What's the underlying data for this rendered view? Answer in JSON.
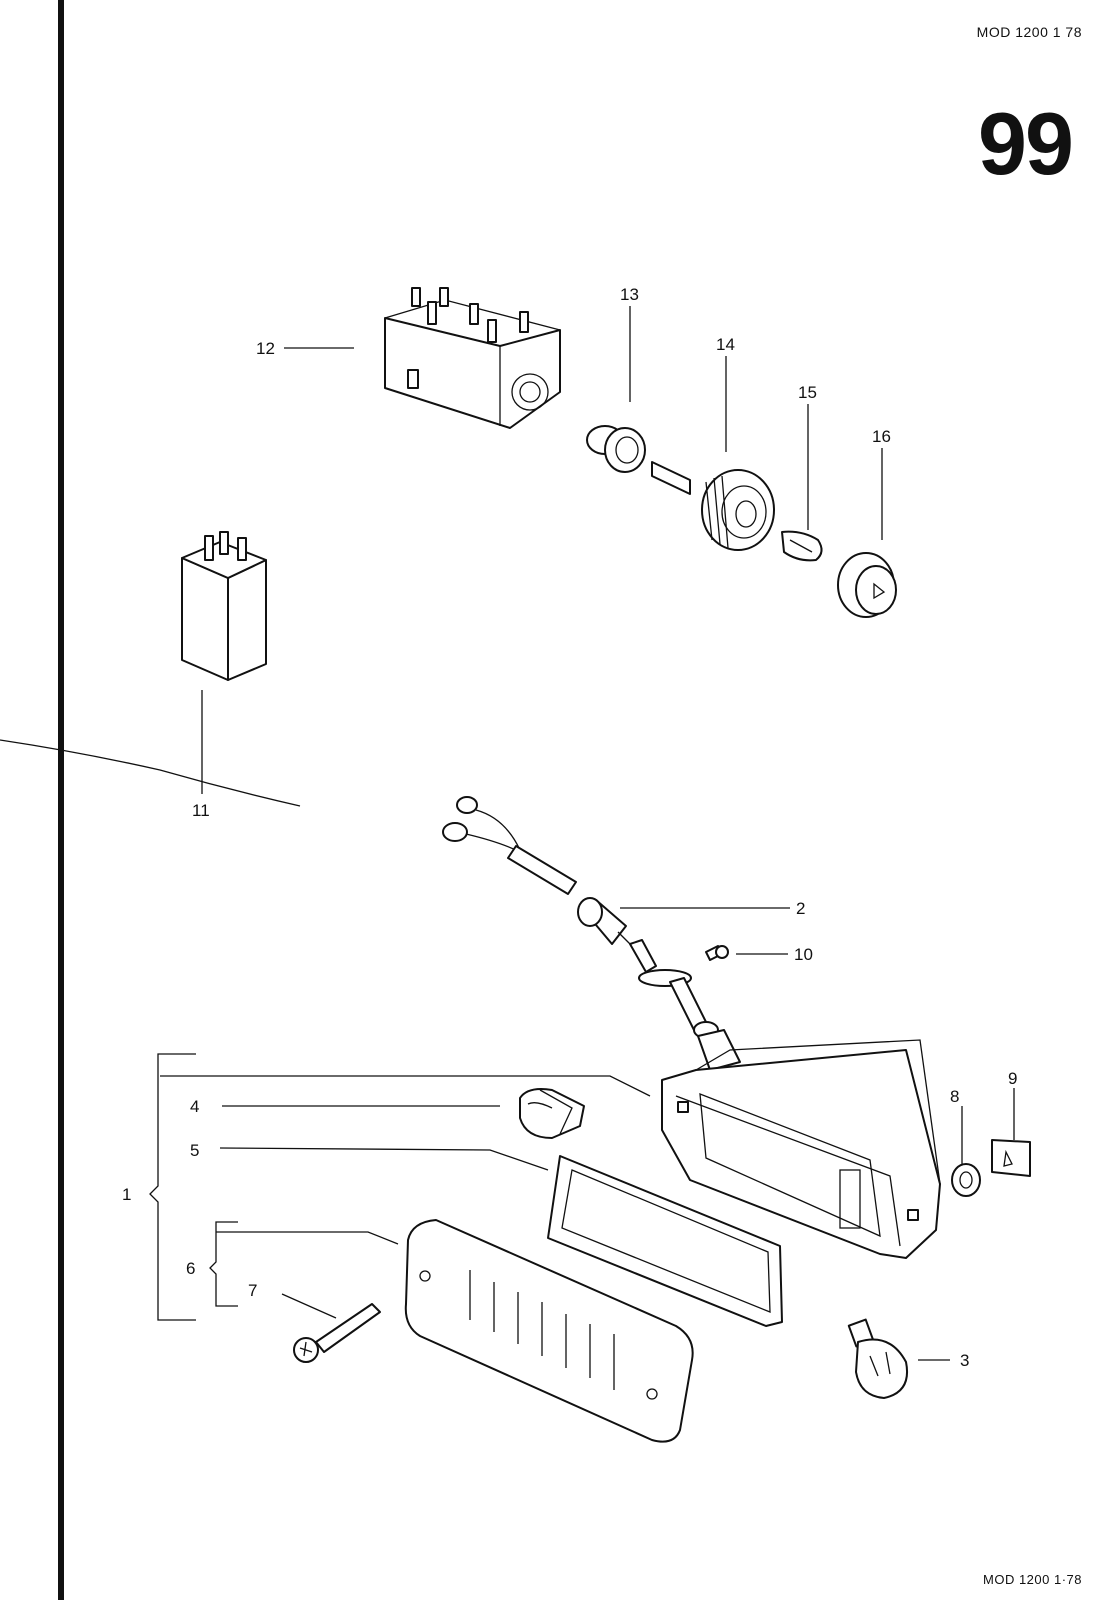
{
  "header": {
    "code": "MOD 1200  1 78"
  },
  "page": {
    "number": "99"
  },
  "footer": {
    "code": "MOD 1200  1·78"
  },
  "callouts": {
    "c1": "1",
    "c2": "2",
    "c3": "3",
    "c4": "4",
    "c5": "5",
    "c6": "6",
    "c7": "7",
    "c8": "8",
    "c9": "9",
    "c10": "10",
    "c11": "11",
    "c12": "12",
    "c13": "13",
    "c14": "14",
    "c15": "15",
    "c16": "16"
  }
}
